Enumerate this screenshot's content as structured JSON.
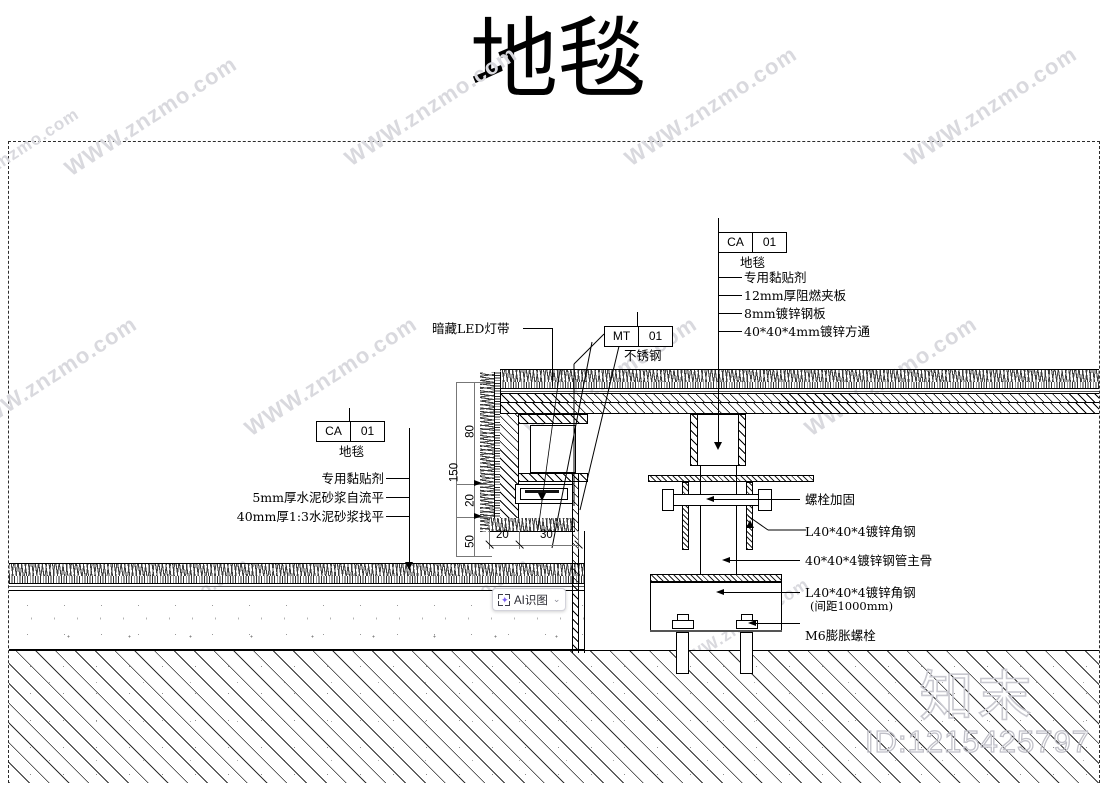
{
  "title": "地毯",
  "watermark": {
    "tiles": [
      "WWW.znzmo.com",
      "WWW.znzmo.com",
      "WWW.znzmo.com",
      "WWW.znzmo.com",
      "WWW.znzmo.com",
      "WWW.znzmo.com",
      "WWW.znzmo.com",
      "WWW.znzmo.com",
      "WWW.znzmo.com",
      "WWW.znzmo.com",
      "WWW.znzmo.com",
      "WWW.znzmo.com"
    ],
    "brand": "知末",
    "id": "ID:1215425797"
  },
  "tags": {
    "ceiling": {
      "code": "CA",
      "num": "01",
      "name": "地毯"
    },
    "floor": {
      "code": "CA",
      "num": "01",
      "name": "地毯"
    },
    "metal": {
      "code": "MT",
      "num": "01",
      "name": "不锈钢"
    }
  },
  "ceiling_notes": [
    "专用黏贴剂",
    "12mm厚阻燃夹板",
    "8mm镀锌钢板",
    "40*40*4mm镀锌方通"
  ],
  "floor_notes": [
    "专用黏贴剂",
    "5mm厚水泥砂浆自流平",
    "40mm厚1:3水泥砂浆找平"
  ],
  "led_note": "暗藏LED灯带",
  "right_notes": [
    "螺栓加固",
    "L40*40*4镀锌角钢",
    "40*40*4镀锌钢管主骨",
    "L40*40*4镀锌角钢",
    "(间距1000mm)",
    "M6膨胀螺栓"
  ],
  "dimensions": {
    "v_total": "150",
    "v_top": "80",
    "v_mid": "20",
    "v_bot": "50",
    "h_left": "20",
    "h_right": "30"
  },
  "ai_button": {
    "label": "AI识图",
    "icon": "ai-sparkle-icon",
    "chevron": "⌄"
  }
}
